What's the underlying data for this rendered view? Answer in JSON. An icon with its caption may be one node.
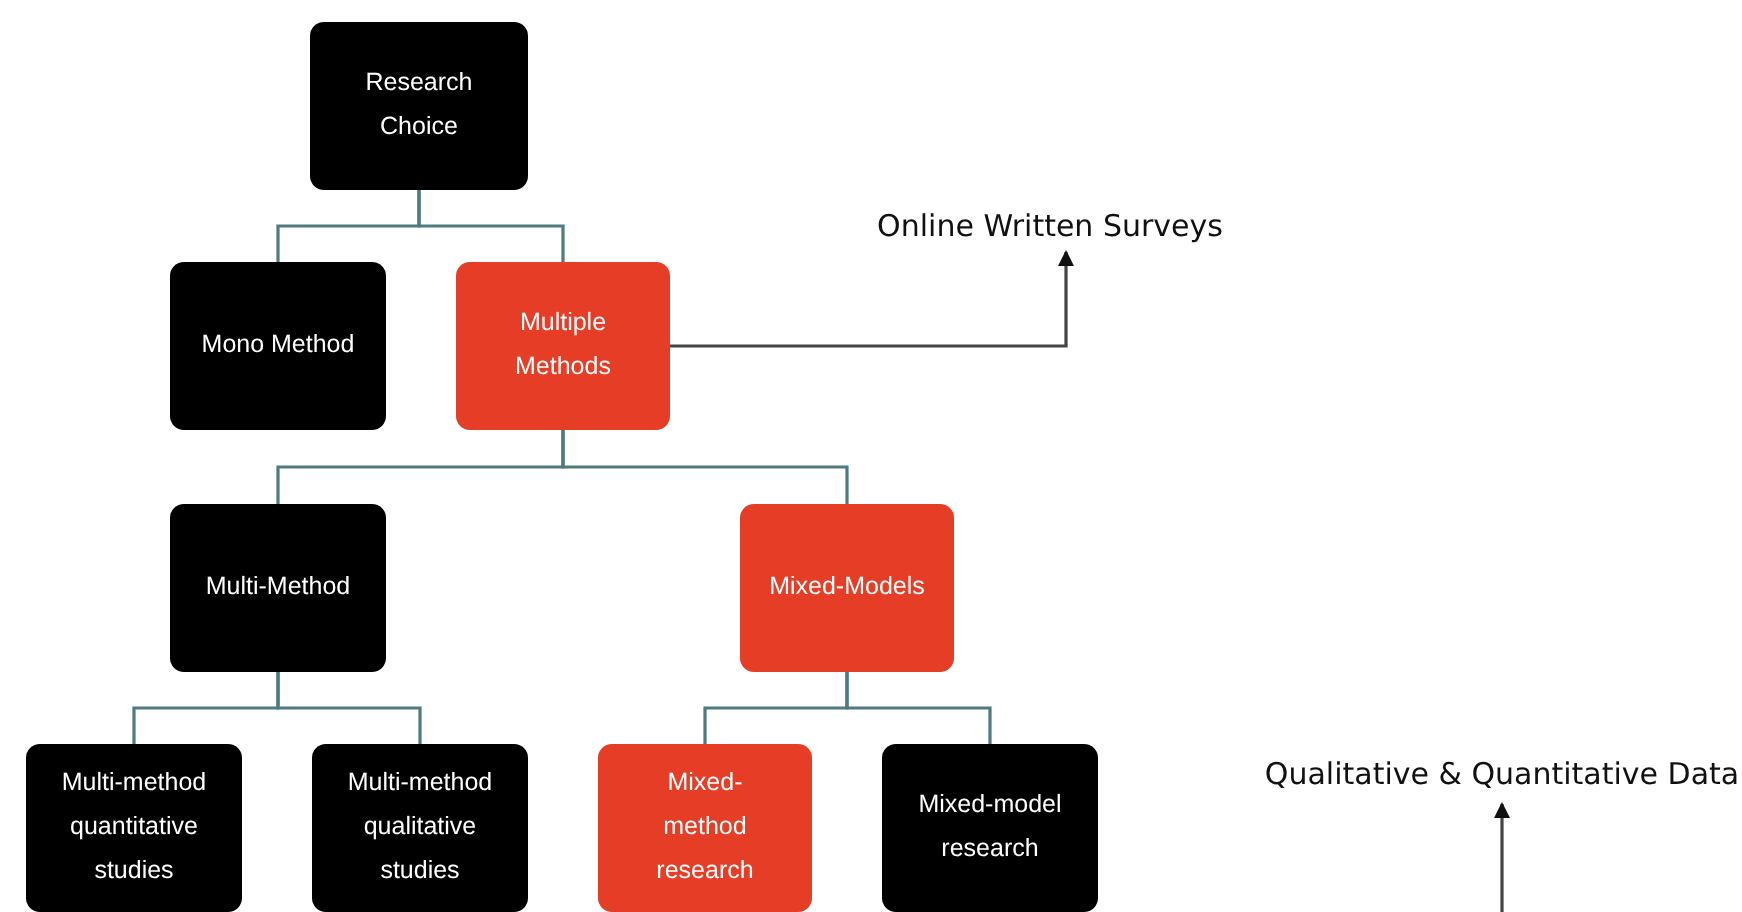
{
  "diagram": {
    "nodes": [
      {
        "text": [
          "Research Choice"
        ]
      },
      {
        "text": [
          "Mono Method"
        ]
      },
      {
        "text": [
          "Multiple Methods"
        ]
      },
      {
        "text": [
          "Online Written Surveys"
        ]
      },
      {
        "text": [
          "Multi-Method"
        ]
      },
      {
        "text": [
          "Mixed-Models"
        ]
      },
      {
        "text": [
          "Multi-method quantitative studies"
        ]
      },
      {
        "text": [
          "Multi-method qualitative studies"
        ]
      },
      {
        "text": [
          "Mixed-method research"
        ]
      },
      {
        "text": [
          "Mixed-model research"
        ]
      },
      {
        "text": [
          "Qualitative & Quantitative Data"
        ]
      }
    ],
    "edges": [
      {
        "from": 0,
        "to": 1,
        "arrow": "none"
      },
      {
        "from": 0,
        "to": 2,
        "arrow": "none"
      },
      {
        "from": 2,
        "to": 3,
        "arrow": "to",
        "color": "#444444"
      },
      {
        "from": 2,
        "to": 4,
        "arrow": "none"
      },
      {
        "from": 2,
        "to": 5,
        "arrow": "none"
      },
      {
        "from": 4,
        "to": 6,
        "arrow": "none"
      },
      {
        "from": 4,
        "to": 7,
        "arrow": "none"
      },
      {
        "from": 5,
        "to": 8,
        "arrow": "none"
      },
      {
        "from": 5,
        "to": 9,
        "arrow": "none"
      },
      {
        "from": null,
        "to": 10,
        "arrow": "to",
        "color": "#444444"
      }
    ]
  }
}
